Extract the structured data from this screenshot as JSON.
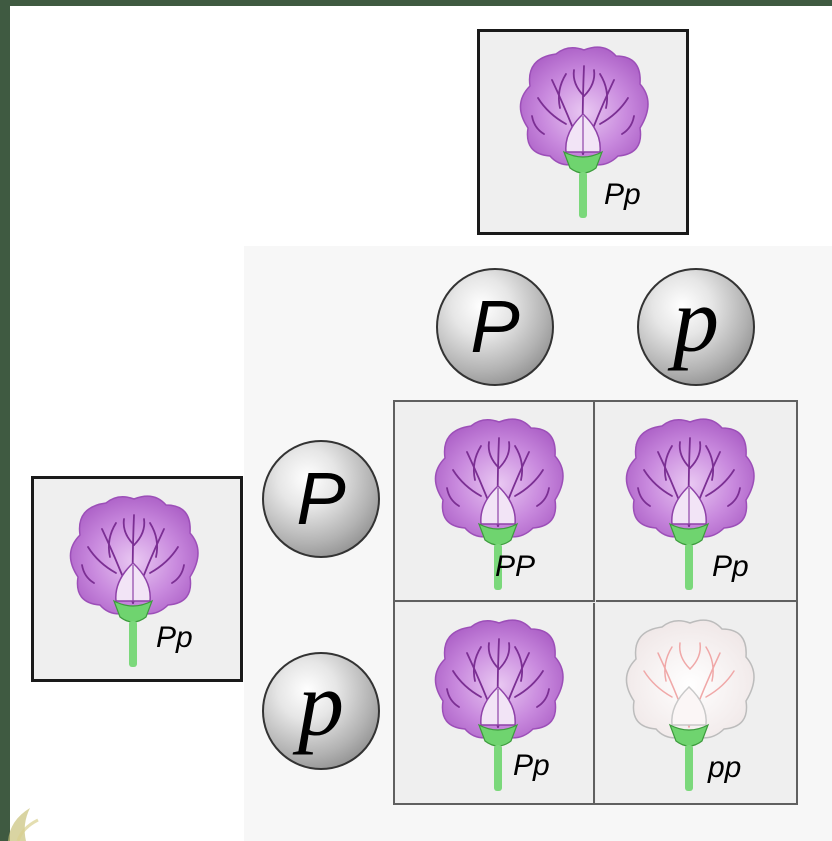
{
  "parents": {
    "top": {
      "genotype": "Pp",
      "phenotype": "purple"
    },
    "left": {
      "genotype": "Pp",
      "phenotype": "purple"
    }
  },
  "gametes": {
    "top": [
      "P",
      "p"
    ],
    "left": [
      "P",
      "p"
    ]
  },
  "offspring": [
    {
      "genotype": "PP",
      "phenotype": "purple"
    },
    {
      "genotype": "Pp",
      "phenotype": "purple"
    },
    {
      "genotype": "Pp",
      "phenotype": "purple"
    },
    {
      "genotype": "pp",
      "phenotype": "white"
    }
  ],
  "colors": {
    "background": "#3f5a41",
    "purple_petal": "#b86fcf",
    "white_petal": "#f6eeee",
    "stem": "#6fcf6f"
  }
}
